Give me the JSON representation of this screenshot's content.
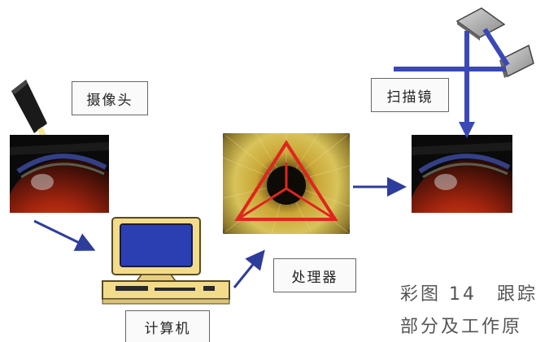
{
  "labels": {
    "camera": "摄像头",
    "computer": "计算机",
    "processor": "处理器",
    "scanner": "扫描镜"
  },
  "caption": {
    "line1": "彩图 14　跟踪",
    "line2": "部分及工作原"
  },
  "colors": {
    "arrow": "#2e3d9c",
    "beam": "#3a48b8",
    "triangle": "#e0251e",
    "monitor_screen": "#2b3fb3",
    "monitor_case": "#f2dc8c"
  },
  "icons": {
    "camera": "camera-icon",
    "computer": "computer-icon",
    "mirror": "mirror-icon"
  }
}
